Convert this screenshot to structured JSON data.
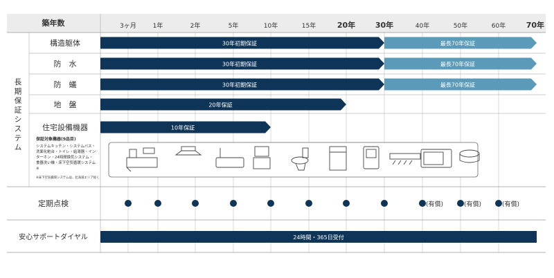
{
  "header": {
    "years_label": "築年数",
    "ticks": [
      {
        "label": "3ヶ月",
        "year": 0.25,
        "bold": false
      },
      {
        "label": "1年",
        "year": 1,
        "bold": false
      },
      {
        "label": "2年",
        "year": 2,
        "bold": false
      },
      {
        "label": "5年",
        "year": 5,
        "bold": false
      },
      {
        "label": "10年",
        "year": 10,
        "bold": false
      },
      {
        "label": "15年",
        "year": 15,
        "bold": false
      },
      {
        "label": "20年",
        "year": 20,
        "bold": true
      },
      {
        "label": "30年",
        "year": 30,
        "bold": true
      },
      {
        "label": "40年",
        "year": 40,
        "bold": false
      },
      {
        "label": "50年",
        "year": 50,
        "bold": false
      },
      {
        "label": "60年",
        "year": 60,
        "bold": false
      },
      {
        "label": "70年",
        "year": 70,
        "bold": true
      }
    ]
  },
  "long_term_label": "長期保証システム",
  "rows": [
    {
      "name": "構造躯体",
      "bars": [
        {
          "label": "30年初期保証",
          "end_year": 30,
          "style": "dark"
        },
        {
          "label": "最長70年保証",
          "start_year": 30,
          "end_year": 70,
          "style": "light"
        }
      ]
    },
    {
      "name": "防　水",
      "bars": [
        {
          "label": "30年初期保証",
          "end_year": 30,
          "style": "dark"
        },
        {
          "label": "最長70年保証",
          "start_year": 30,
          "end_year": 70,
          "style": "light"
        }
      ]
    },
    {
      "name": "防　蟻",
      "bars": [
        {
          "label": "30年初期保証",
          "end_year": 30,
          "style": "dark"
        },
        {
          "label": "最長70年保証",
          "start_year": 30,
          "end_year": 70,
          "style": "light"
        }
      ]
    },
    {
      "name": "地　盤",
      "bars": [
        {
          "label": "20年保証",
          "end_year": 20,
          "style": "dark"
        }
      ]
    },
    {
      "name": "住宅設備機器",
      "bars": [
        {
          "label": "10年保証",
          "end_year": 10,
          "style": "dark"
        }
      ]
    }
  ],
  "equipment_note": {
    "title": "保証対象機器(9品目)",
    "body": "システムキッチン・システムバス・洗面化粧台・トイレ・給湯器・インターホン・24時間換気システム・食器洗い機・床下空気循環システム※",
    "footnote": "※床下空気循環システムは、北海道エリア除く",
    "icons": [
      "kitchen-icon",
      "range-hood-icon",
      "bathtub-icon",
      "vanity-icon",
      "toilet-icon",
      "water-heater-icon",
      "intercom-icon",
      "ventilation-icon",
      "dishwasher-icon",
      "underfloor-air-icon"
    ]
  },
  "inspection": {
    "label": "定期点検",
    "points": [
      {
        "year": 0.25,
        "note": ""
      },
      {
        "year": 1,
        "note": ""
      },
      {
        "year": 2,
        "note": ""
      },
      {
        "year": 5,
        "note": ""
      },
      {
        "year": 10,
        "note": ""
      },
      {
        "year": 15,
        "note": ""
      },
      {
        "year": 20,
        "note": ""
      },
      {
        "year": 30,
        "note": ""
      },
      {
        "year": 40,
        "note": "(有償)"
      },
      {
        "year": 50,
        "note": "(有償)"
      },
      {
        "year": 60,
        "note": "(有償)"
      }
    ]
  },
  "support": {
    "label": "安心サポートダイヤル",
    "bar_label": "24時間・365日受付"
  },
  "colors": {
    "dark": "#0e3558",
    "light": "#5b9ab8",
    "header_bg": "#ececec",
    "grid": "#bbbbbb",
    "text": "#333333"
  }
}
